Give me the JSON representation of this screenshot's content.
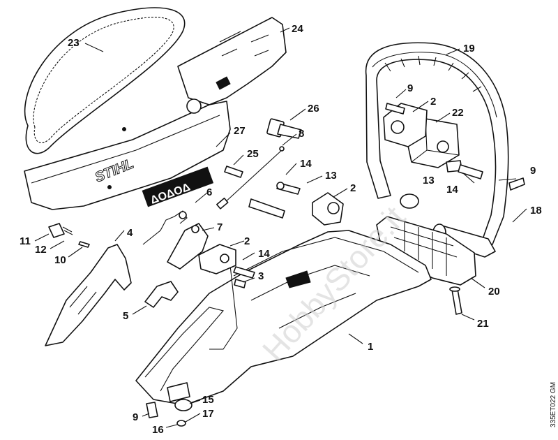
{
  "watermark": "HobbyStore.it",
  "drawing_code": "335ET022 GM",
  "logo_text": "STIHL",
  "cover_symbols": "ΔOΔOΔ",
  "callouts": [
    {
      "id": "23",
      "text": "23"
    },
    {
      "id": "24",
      "text": "24"
    },
    {
      "id": "19",
      "text": "19"
    },
    {
      "id": "9a",
      "text": "9"
    },
    {
      "id": "2a",
      "text": "2"
    },
    {
      "id": "22",
      "text": "22"
    },
    {
      "id": "26",
      "text": "26"
    },
    {
      "id": "27",
      "text": "27"
    },
    {
      "id": "8",
      "text": "8"
    },
    {
      "id": "25",
      "text": "25"
    },
    {
      "id": "14a",
      "text": "14"
    },
    {
      "id": "13a",
      "text": "13"
    },
    {
      "id": "2b",
      "text": "2"
    },
    {
      "id": "13b",
      "text": "13"
    },
    {
      "id": "14b",
      "text": "14"
    },
    {
      "id": "9b",
      "text": "9"
    },
    {
      "id": "18",
      "text": "18"
    },
    {
      "id": "6",
      "text": "6"
    },
    {
      "id": "7",
      "text": "7"
    },
    {
      "id": "4",
      "text": "4"
    },
    {
      "id": "11",
      "text": "11"
    },
    {
      "id": "12",
      "text": "12"
    },
    {
      "id": "10",
      "text": "10"
    },
    {
      "id": "2c",
      "text": "2"
    },
    {
      "id": "14c",
      "text": "14"
    },
    {
      "id": "3",
      "text": "3"
    },
    {
      "id": "5",
      "text": "5"
    },
    {
      "id": "20",
      "text": "20"
    },
    {
      "id": "21",
      "text": "21"
    },
    {
      "id": "1",
      "text": "1"
    },
    {
      "id": "9c",
      "text": "9"
    },
    {
      "id": "15",
      "text": "15"
    },
    {
      "id": "16",
      "text": "16"
    },
    {
      "id": "17",
      "text": "17"
    }
  ]
}
